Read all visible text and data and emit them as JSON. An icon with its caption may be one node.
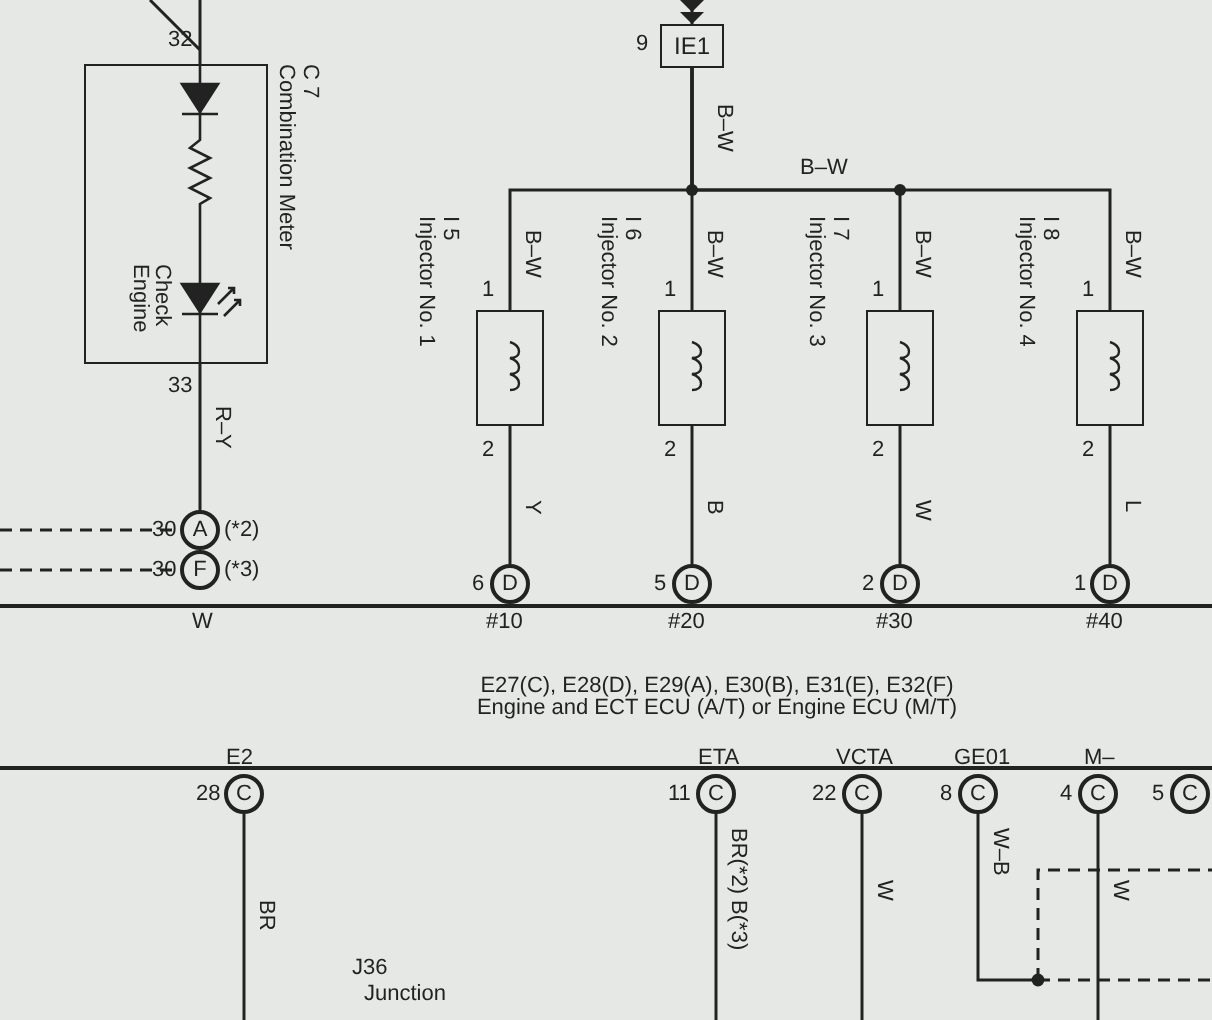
{
  "diagram": {
    "nodes": [
      {
        "text": [
          "IE1"
        ],
        "beside": [
          "9"
        ]
      },
      {
        "text": [
          "C 7",
          "Combination Meter",
          "Check Engine"
        ],
        "beside": [
          "32",
          "33"
        ]
      },
      {
        "text": [
          "I 5",
          "Injector No. 1"
        ],
        "beside": [
          "1",
          "2"
        ]
      },
      {
        "text": [
          "I 6",
          "Injector No. 2"
        ],
        "beside": [
          "1",
          "2"
        ]
      },
      {
        "text": [
          "I 7",
          "Injector No. 3"
        ],
        "beside": [
          "1",
          "2"
        ]
      },
      {
        "text": [
          "I 8",
          "Injector No. 4"
        ],
        "beside": [
          "1",
          "2"
        ]
      },
      {
        "text": [
          "A"
        ],
        "beside": [
          "30",
          "(*2)"
        ]
      },
      {
        "text": [
          "F"
        ],
        "beside": [
          "30",
          "(*3)"
        ]
      },
      {
        "text": [
          "D"
        ],
        "beside": [
          "6",
          "#10"
        ]
      },
      {
        "text": [
          "D"
        ],
        "beside": [
          "5",
          "#20"
        ]
      },
      {
        "text": [
          "D"
        ],
        "beside": [
          "2",
          "#30"
        ]
      },
      {
        "text": [
          "D"
        ],
        "beside": [
          "1",
          "#40"
        ]
      },
      {
        "text": [
          "E27(C), E28(D), E29(A), E30(B), E31(E), E32(F) Engine and ECT ECU (A/T) or Engine ECU (M/T)"
        ]
      },
      {
        "text": [
          "C"
        ],
        "beside": [
          "28",
          "E2"
        ]
      },
      {
        "text": [
          "C"
        ],
        "beside": [
          "11",
          "ETA"
        ]
      },
      {
        "text": [
          "C"
        ],
        "beside": [
          "22",
          "VCTA"
        ]
      },
      {
        "text": [
          "C"
        ],
        "beside": [
          "8",
          "GE01"
        ]
      },
      {
        "text": [
          "C"
        ],
        "beside": [
          "4",
          "M–"
        ]
      },
      {
        "text": [
          "C"
        ],
        "beside": [
          "5"
        ]
      }
    ],
    "edges": [
      {
        "from": null,
        "to": 0,
        "arrow": "to"
      },
      {
        "from": null,
        "to": 1,
        "arrow": "none"
      },
      {
        "from": 0,
        "to": 2,
        "arrow": "none",
        "label": "B–W"
      },
      {
        "from": 0,
        "to": 3,
        "arrow": "none",
        "label": "B–W"
      },
      {
        "from": 0,
        "to": 4,
        "arrow": "none",
        "label": "B–W"
      },
      {
        "from": 0,
        "to": 5,
        "arrow": "none",
        "label": "B–W"
      },
      {
        "from": 2,
        "to": 8,
        "arrow": "none",
        "label": "Y"
      },
      {
        "from": 3,
        "to": 9,
        "arrow": "none",
        "label": "B"
      },
      {
        "from": 4,
        "to": 10,
        "arrow": "none",
        "label": "W"
      },
      {
        "from": 5,
        "to": 11,
        "arrow": "none",
        "label": "L"
      },
      {
        "from": 1,
        "to": 6,
        "arrow": "none",
        "label": "R–Y"
      },
      {
        "from": null,
        "to": 6,
        "arrow": "none",
        "style": "dashed"
      },
      {
        "from": null,
        "to": 7,
        "arrow": "none",
        "style": "dashed"
      },
      {
        "from": 13,
        "to": null,
        "arrow": "none",
        "label": "BR"
      },
      {
        "from": 14,
        "to": null,
        "arrow": "none",
        "label": "BR(*2) B(*3)"
      },
      {
        "from": 15,
        "to": null,
        "arrow": "none",
        "label": "W"
      },
      {
        "from": 16,
        "to": null,
        "arrow": "other",
        "label": "W–B"
      },
      {
        "from": 17,
        "to": null,
        "arrow": "none",
        "label": "W"
      }
    ],
    "labels": [
      "B–W",
      "B–W",
      "W",
      "J36",
      "Junction"
    ]
  }
}
